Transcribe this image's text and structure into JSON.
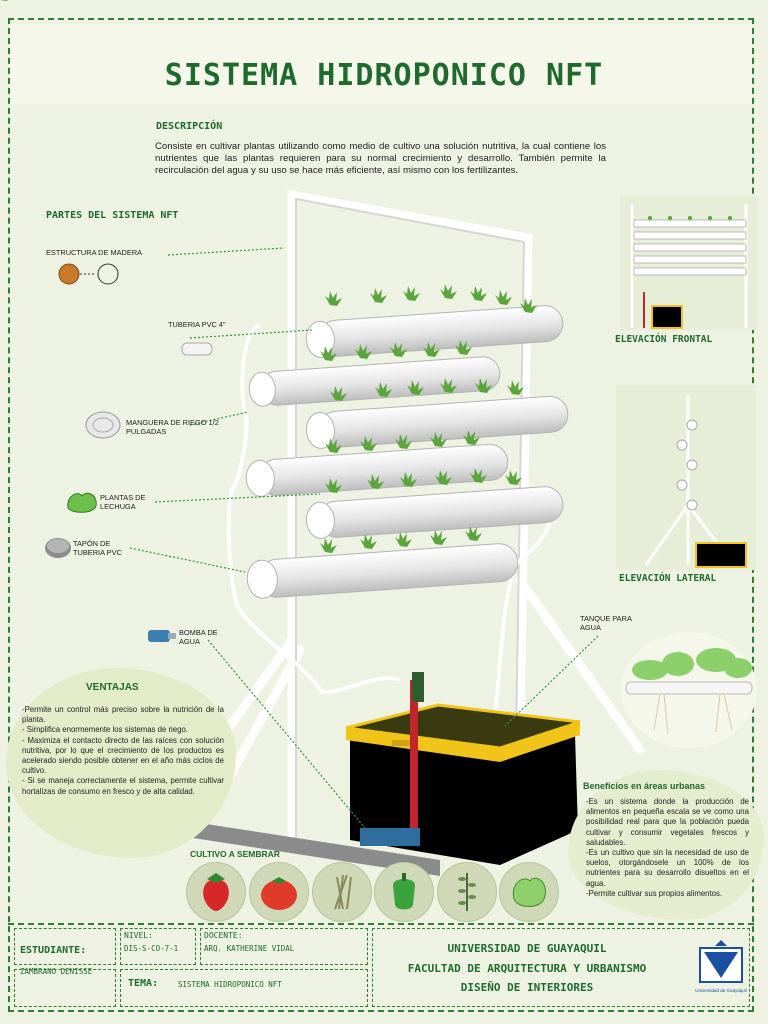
{
  "title": "SISTEMA HIDROPONICO NFT",
  "description": {
    "heading": "DESCRIPCIÓN",
    "text": "Consiste en cultivar plantas utilizando como medio de cultivo una solución nutritiva, la cual contiene los nutrientes que las plantas requieren para su normal crecimiento y desarrollo. También permite la recirculación del agua y su uso se hace más eficiente, así mismo con los fertilizantes."
  },
  "parts": {
    "heading": "PARTES DEL SISTEMA NFT",
    "items": [
      {
        "label": "ESTRUCTURA DE MADERA"
      },
      {
        "label": "TUBERIA PVC 4\""
      },
      {
        "label": "MANGUERA DE RIEGO 1/2 PULGADAS"
      },
      {
        "label": "PLANTAS DE LECHUGA"
      },
      {
        "label": "TAPÓN DE TUBERIA PVC"
      },
      {
        "label": "BOMBA DE AGUA"
      },
      {
        "label": "TANQUE PARA AGUA"
      }
    ]
  },
  "elevations": {
    "frontal": "ELEVACIÓN FRONTAL",
    "lateral": "ELEVACIÓN LATERAL"
  },
  "ventajas": {
    "heading": "VENTAJAS",
    "items": [
      "-Permite un control más preciso sobre la nutrición de la planta.",
      "- Simplifica enormemente los sistemas de riego.",
      "- Maximiza el contacto directo de las raíces con solución nutritiva, por lo que el crecimiento de los productos es acelerado siendo posible obtener en el año más ciclos de cultivo.",
      "- Si se maneja correctamente el sistema, permite cultivar hortalizas de consumo en fresco y de alta calidad."
    ]
  },
  "beneficios": {
    "heading": "Beneficios en áreas urbanas",
    "items": [
      "-Es un sistema donde la producción de alimentos en pequeña escala se ve como una posibilidad real para que la población pueda cultivar y consumir vegetales frescos y saludables.",
      "-Es un cultivo que sin la necesidad de uso de suelos, otorgándosele un 100% de los nutrientes para su desarrollo disueltos en el agua.",
      "-Permite cultivar sus propios alimentos."
    ]
  },
  "cultivo": {
    "heading": "CULTIVO A SEMBRAR",
    "icons": [
      "strawberry-icon",
      "tomato-icon",
      "chives-icon",
      "pepper-icon",
      "thyme-icon",
      "lettuce-icon"
    ]
  },
  "title_block": {
    "estudiante_label": "ESTUDIANTE:",
    "estudiante": "ZAMBRANO DENISSE",
    "nivel_label": "NIVEL:",
    "nivel": "DIS-S-CO-7-1",
    "docente_label": "DOCENTE:",
    "docente": "ARQ. KATHERINE VIDAL",
    "tema_label": "TEMA:",
    "tema": "SISTEMA HIDROPONICO NFT",
    "university": "UNIVERSIDAD DE GUAYAQUIL",
    "faculty": "FACULTAD DE ARQUITECTURA Y URBANISMO",
    "career": "DISEÑO DE INTERIORES",
    "logo_text": "Universidad de Guayaquil"
  },
  "colors": {
    "accent": "#1f6b2e",
    "background": "#eef2e2",
    "tank_lid": "#f0c419",
    "pipe_red": "#c0262b"
  }
}
